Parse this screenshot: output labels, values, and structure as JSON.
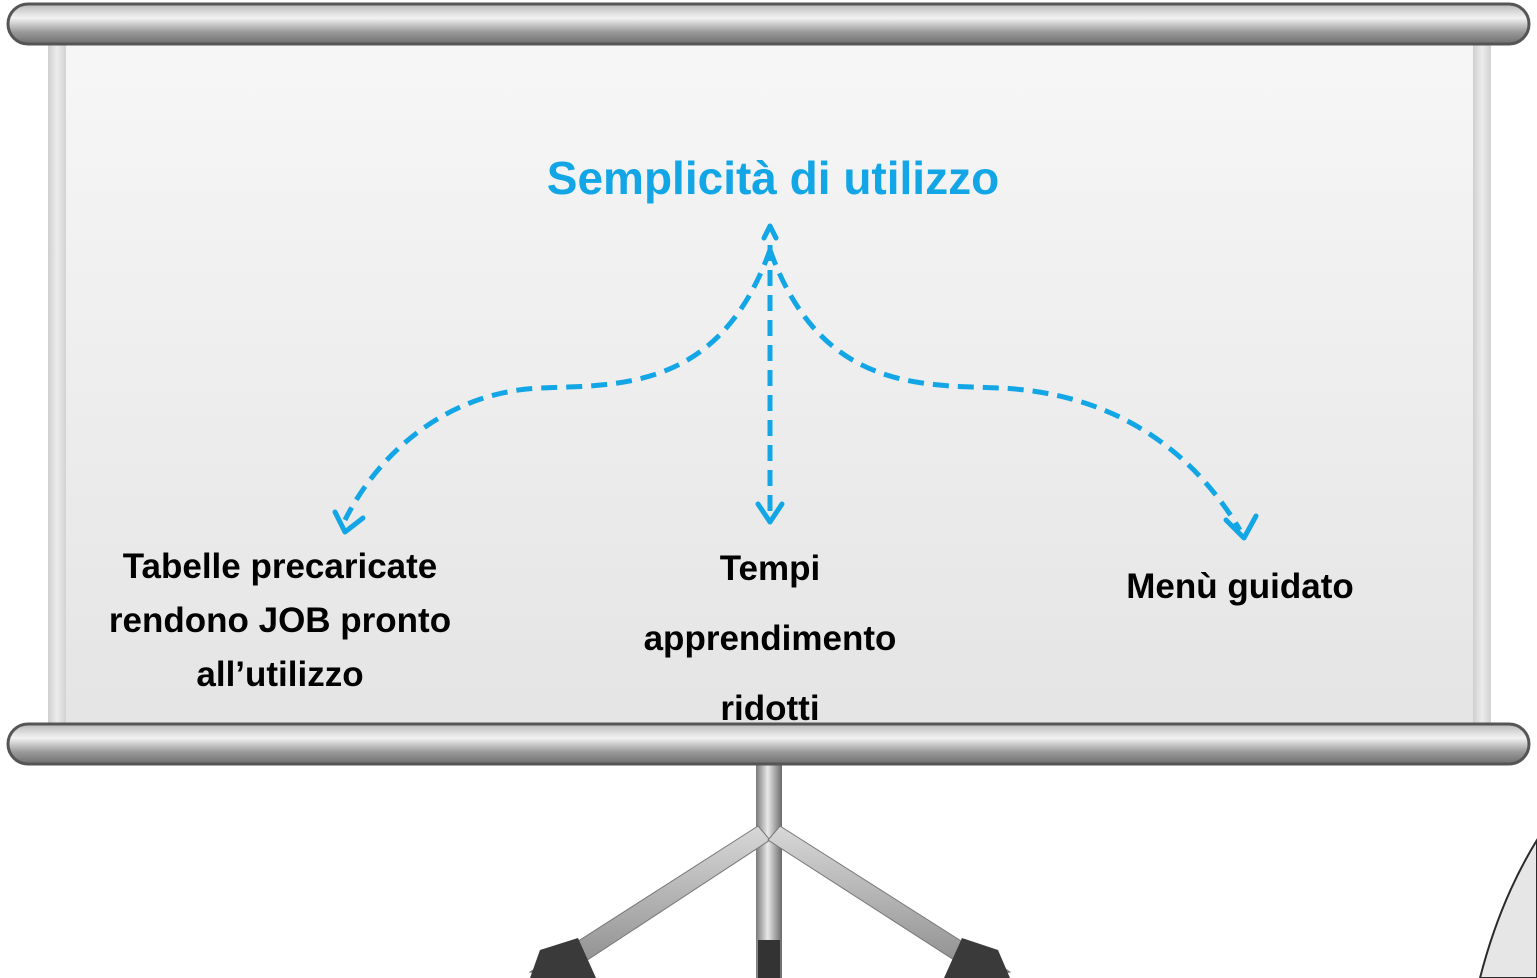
{
  "diagram": {
    "title": "Semplicità di utilizzo",
    "accent_color": "#12a6e6",
    "branches": [
      {
        "lines": [
          "Tabelle precaricate",
          "rendono JOB pronto",
          "all’utilizzo"
        ]
      },
      {
        "lines": [
          "Tempi",
          "apprendimento",
          "ridotti"
        ]
      },
      {
        "lines": [
          "Menù guidato"
        ]
      }
    ]
  },
  "scene": {
    "icon": "projection-screen-icon",
    "screen_color": "#eeeeee",
    "frame_color": "#8a8a8a"
  }
}
